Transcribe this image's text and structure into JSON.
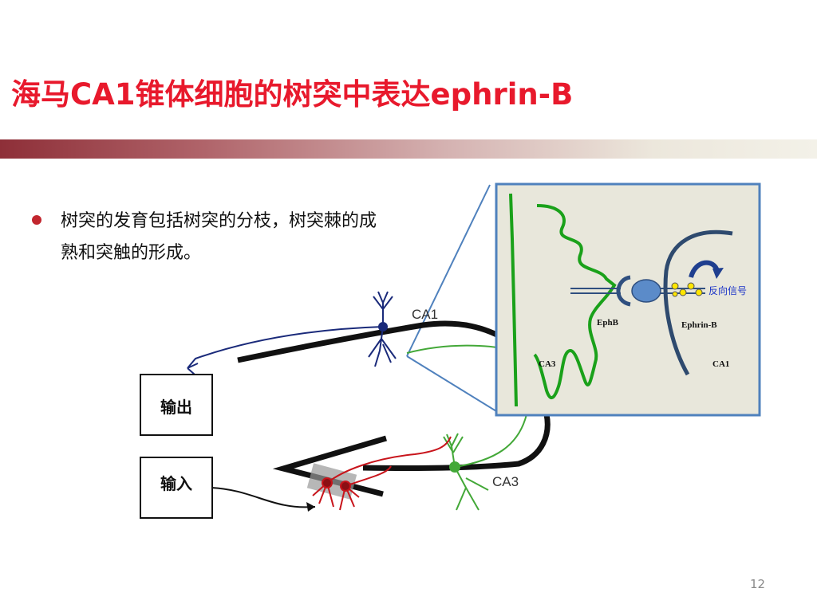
{
  "slide": {
    "title": "海马CA1锥体细胞的树突中表达ephrin-B",
    "bullet": "树突的发育包括树突的分枝，树突棘的成熟和突触的形成。",
    "page_number": "12"
  },
  "diagram": {
    "output_box": "输出",
    "input_box": "输入",
    "ca1_label": "CA1",
    "ca3_label": "CA3"
  },
  "inset": {
    "reverse_signal": "反向信号",
    "ephb": "EphB",
    "ephrin_b": "Ephrin-B",
    "ca3": "CA3",
    "ca1": "CA1"
  },
  "colors": {
    "title": "#e8192c",
    "ca1_neuron": "#1a2a7a",
    "ca3_neuron": "#43a838",
    "dg_neuron": "#c8141b",
    "inset_bg": "#e8e7db",
    "inset_border": "#4f81bd"
  }
}
